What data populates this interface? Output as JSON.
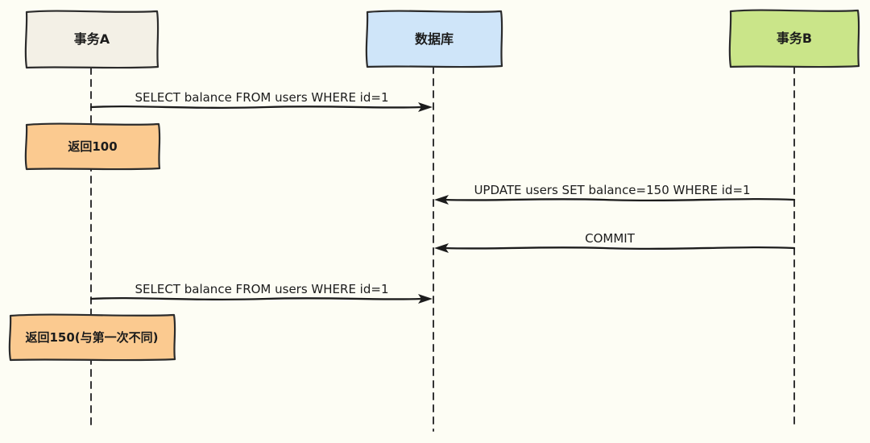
{
  "colors": {
    "background": "#fdfdf4",
    "stroke": "#2b2b2b",
    "text": "#1c1c1c",
    "note_fill": "#fbca90"
  },
  "diagram": {
    "type": "sequence-diagram",
    "actors": [
      {
        "id": "transaction-a",
        "label": "事务A",
        "fill": "#f3f0e6"
      },
      {
        "id": "database",
        "label": "数据库",
        "fill": "#cfe5f9"
      },
      {
        "id": "transaction-b",
        "label": "事务B",
        "fill": "#cae589"
      }
    ],
    "messages": [
      {
        "from": "事务A",
        "to": "数据库",
        "direction": "right",
        "label": "SELECT balance FROM users WHERE id=1"
      },
      {
        "from": "事务B",
        "to": "数据库",
        "direction": "left",
        "label": "UPDATE users SET balance=150 WHERE id=1"
      },
      {
        "from": "事务B",
        "to": "数据库",
        "direction": "left",
        "label": "COMMIT"
      },
      {
        "from": "事务A",
        "to": "数据库",
        "direction": "right",
        "label": "SELECT balance FROM users WHERE id=1"
      }
    ],
    "notes": [
      {
        "over": "事务A",
        "label": "返回100",
        "fill": "#fbca90"
      },
      {
        "over": "事务A",
        "label": "返回150(与第一次不同)",
        "fill": "#fbca90"
      }
    ]
  }
}
